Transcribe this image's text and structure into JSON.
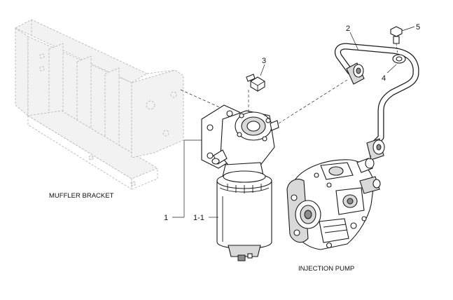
{
  "labels": {
    "muffler_bracket": "MUFFLER BRACKET",
    "injection_pump": "INJECTION PUMP"
  },
  "callouts": {
    "c1": "1",
    "c1_1": "1-1",
    "c2": "2",
    "c3": "3",
    "c4": "4",
    "c5": "5"
  },
  "colors": {
    "line": "#1a1a1a",
    "ghost": "#b9b9b9",
    "fill_gray": "#d9d9d9"
  }
}
